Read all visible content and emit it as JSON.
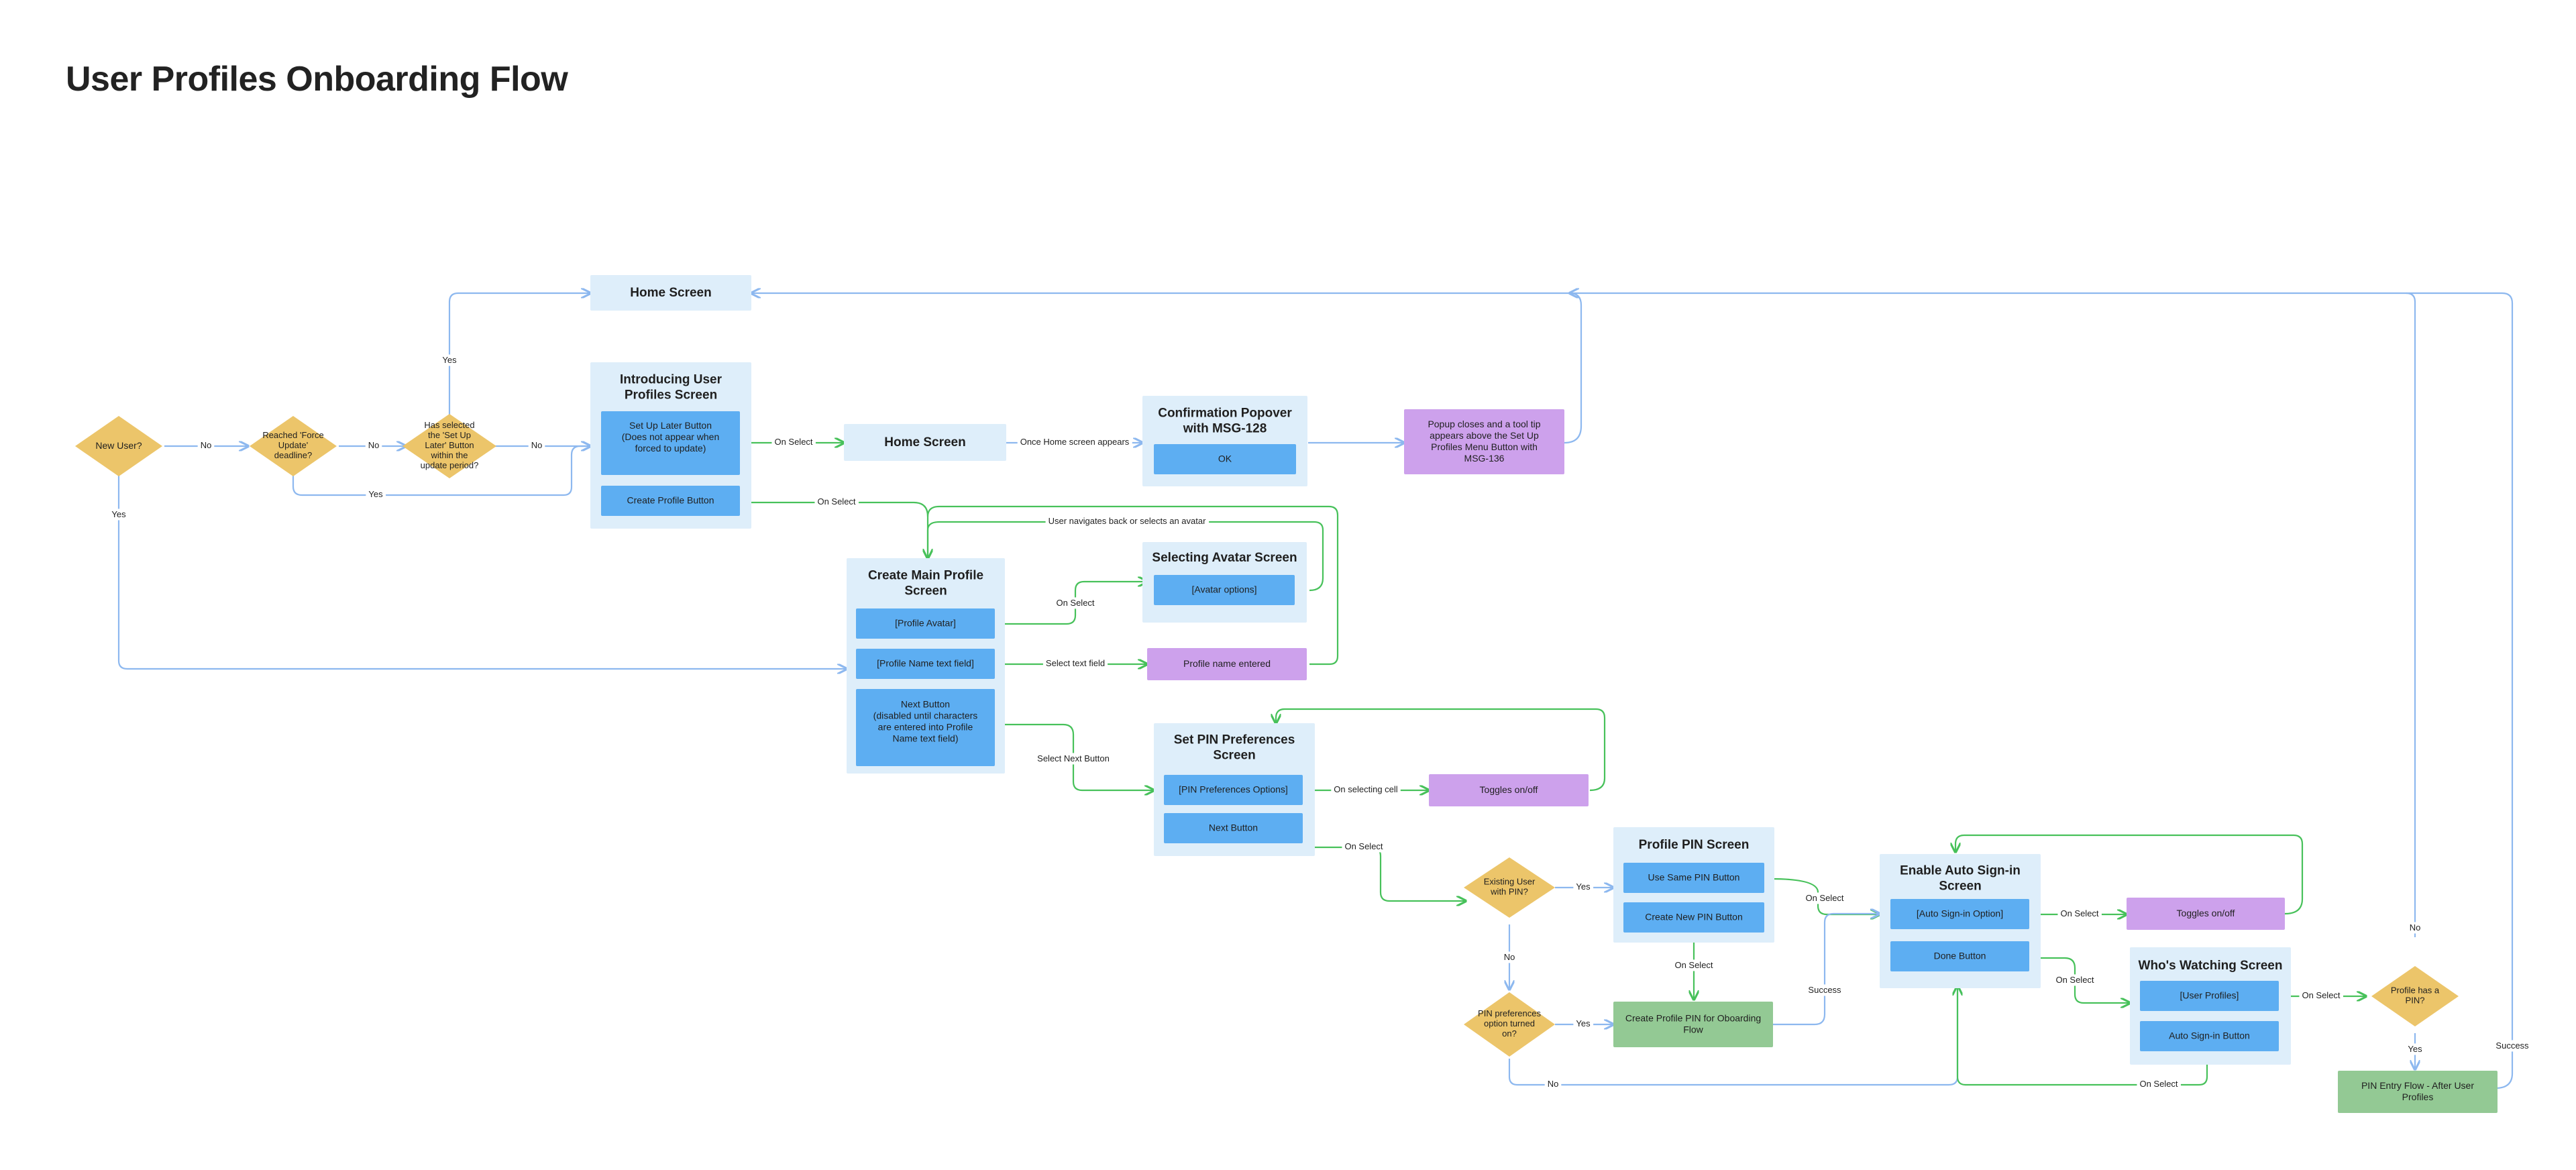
{
  "title": "User Profiles Onboarding Flow",
  "colors": {
    "screen_bg": "#deeefa",
    "button": "#5daef2",
    "diamond": "#ecc56a",
    "purple": "#cda1ec",
    "green_box": "#93c994",
    "blue_line": "#8db8ef",
    "green_line": "#47c15a"
  },
  "diamonds": {
    "new_user": "New User?",
    "force_update": [
      "Reached 'Force",
      "Update'",
      "deadline?"
    ],
    "set_up_later": [
      "Has selected",
      "the 'Set Up",
      "Later' Button",
      "within the",
      "update period?"
    ],
    "existing_user": [
      "Existing User",
      "with PIN?"
    ],
    "pin_prefs_on": [
      "PIN preferences",
      "option turned",
      "on?"
    ],
    "profile_has_pin": [
      "Profile has a",
      "PIN?"
    ]
  },
  "screens": {
    "home_top": "Home Screen",
    "introducing": [
      "Introducing User",
      "Profiles Screen"
    ],
    "home_mid": "Home Screen",
    "confirmation": [
      "Confirmation Popover",
      "with MSG-128"
    ],
    "create_main": [
      "Create Main Profile",
      "Screen"
    ],
    "selecting_avatar": "Selecting Avatar Screen",
    "set_pin_prefs": [
      "Set PIN Preferences",
      "Screen"
    ],
    "profile_pin": "Profile PIN Screen",
    "enable_auto": [
      "Enable Auto Sign-in",
      "Screen"
    ],
    "whos_watching": "Who's Watching Screen"
  },
  "buttons": {
    "set_up_later": [
      "Set Up Later Button",
      "",
      "(Does not appear when",
      "forced to update)"
    ],
    "create_profile": "Create Profile Button",
    "ok": "OK",
    "profile_avatar": "[Profile Avatar]",
    "profile_name": "[Profile Name text field]",
    "next_button": [
      "Next Button",
      "",
      "(disabled until characters",
      "are entered into Profile",
      "Name text field)"
    ],
    "avatar_options": "[Avatar options]",
    "pin_pref_options": "[PIN Preferences Options]",
    "pin_next": "Next Button",
    "use_same_pin": "Use Same PIN Button",
    "create_new_pin": "Create New PIN Button",
    "auto_signin_option": "[Auto Sign-in Option]",
    "done": "Done Button",
    "user_profiles": "[User Profiles]",
    "auto_signin_button": "Auto Sign-in Button"
  },
  "notes": {
    "popup": [
      "Popup closes and a tool tip",
      "appears above the Set Up",
      "Profiles Menu Button with",
      "MSG-136"
    ],
    "profile_name_entered": "Profile name entered",
    "toggles_1": "Toggles on/off",
    "toggles_2": "Toggles on/off",
    "create_pin_flow": [
      "Create Profile PIN for Oboarding",
      "Flow"
    ],
    "pin_entry_flow": [
      "PIN Entry Flow - After User",
      "Profiles"
    ]
  },
  "edge_labels": {
    "no_1": "No",
    "no_2": "No",
    "no_3": "No",
    "yes_new_user": "Yes",
    "yes_force": "Yes",
    "yes_later": "Yes",
    "on_select_later": "On Select",
    "once_home": "Once Home screen appears",
    "on_select_create": "On Select",
    "navigates_back": "User navigates back or selects an avatar",
    "on_select_avatar": "On Select",
    "select_text_field": "Select text field",
    "select_next": "Select Next Button",
    "on_selecting_cell": "On selecting cell",
    "on_select_pin_next": "On Select",
    "yes_existing": "Yes",
    "no_existing": "No",
    "on_select_same_pin": "On Select",
    "on_select_new_pin": "On Select",
    "yes_pin_prefs": "Yes",
    "no_pin_prefs": "No",
    "success_1": "Success",
    "on_select_auto": "On Select",
    "on_select_done": "On Select",
    "on_select_user_profiles": "On Select",
    "no_has_pin": "No",
    "yes_has_pin": "Yes",
    "success_2": "Success",
    "on_select_auto_btn": "On Select"
  }
}
